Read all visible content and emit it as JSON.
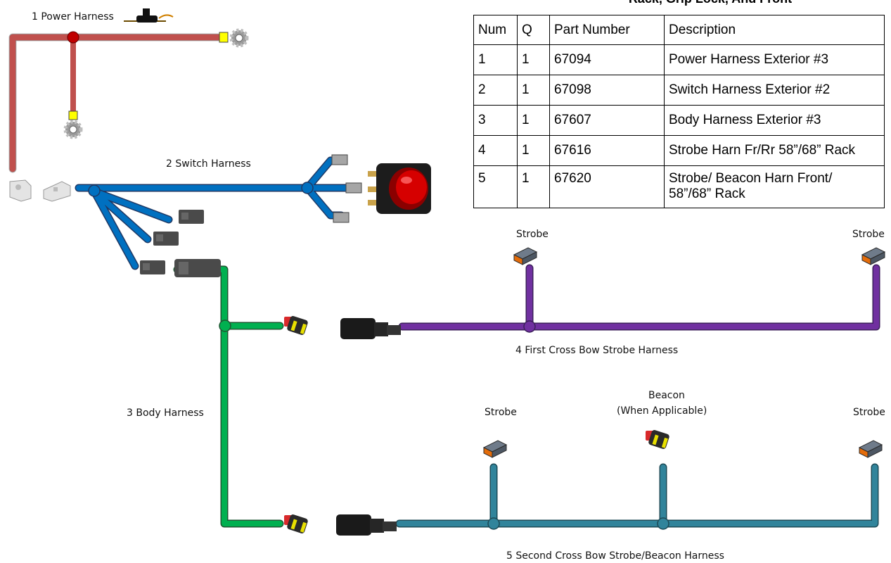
{
  "table": {
    "title": "Rack, Grip Lock, And Front",
    "headers": [
      "Num",
      "Q",
      "Part Number",
      "Description"
    ],
    "rows": [
      {
        "num": "1",
        "q": "1",
        "part": "67094",
        "desc": "Power Harness Exterior #3"
      },
      {
        "num": "2",
        "q": "1",
        "part": "67098",
        "desc": "Switch Harness Exterior #2"
      },
      {
        "num": "3",
        "q": "1",
        "part": "67607",
        "desc": "Body Harness Exterior #3"
      },
      {
        "num": "4",
        "q": "1",
        "part": "67616",
        "desc": "Strobe Harn Fr/Rr 58”/68” Rack"
      },
      {
        "num": "5",
        "q": "1",
        "part": "67620",
        "desc_line1": "Strobe/ Beacon Harn Front/",
        "desc_line2": "58”/68” Rack"
      }
    ]
  },
  "labels": {
    "power_harness": "1 Power Harness",
    "switch_harness": "2 Switch Harness",
    "body_harness": "3 Body Harness",
    "first_cross_bow": "4 First Cross Bow Strobe Harness",
    "second_cross_bow": "5 Second Cross Bow Strobe/Beacon Harness",
    "strobe": "Strobe",
    "beacon": "Beacon",
    "beacon_note": "(When Applicable)"
  },
  "colors": {
    "power": "#c0504d",
    "switch": "#0070c0",
    "body": "#00b050",
    "first_bow": "#7030a0",
    "second_bow": "#31849b"
  }
}
